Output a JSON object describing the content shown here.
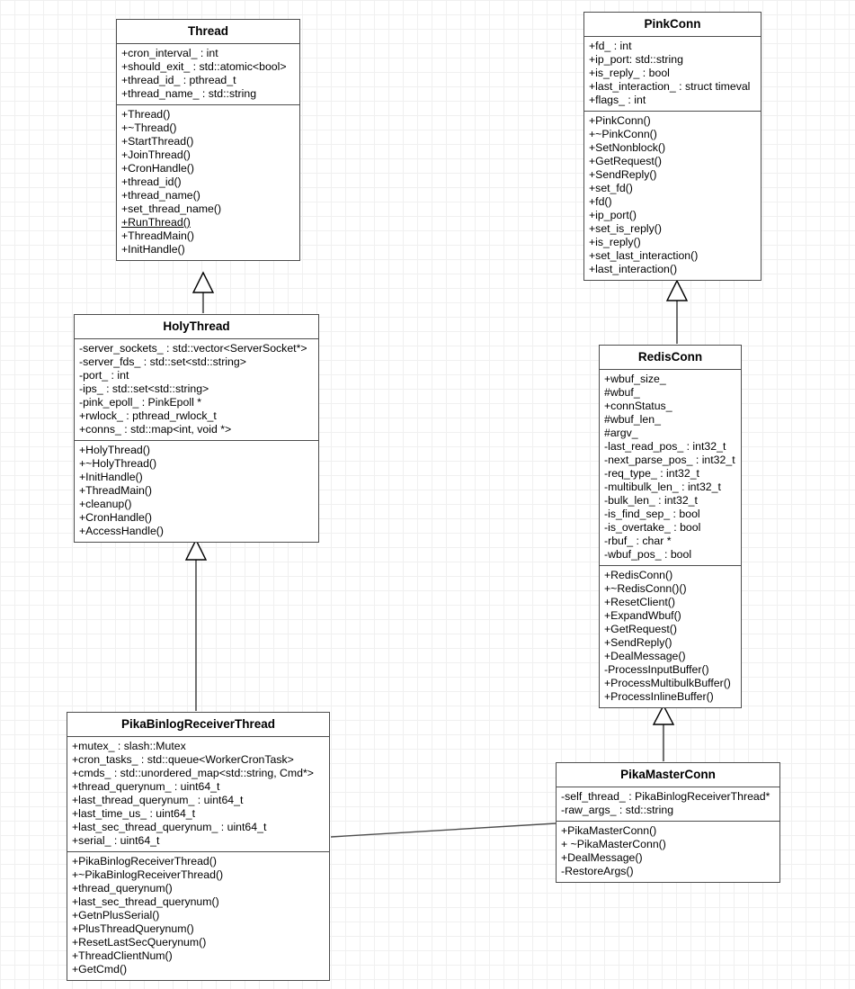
{
  "diagram": {
    "title": "UML class diagram",
    "type": "uml-class-diagram",
    "background": "#ffffff",
    "grid_color": "#f0f0f0",
    "border_color": "#4d4d4d"
  },
  "classes": {
    "thread": {
      "name": "Thread",
      "attributes": [
        "+cron_interval_ : int",
        "+should_exit_ : std::atomic<bool>",
        "+thread_id_ : pthread_t",
        "+thread_name_ : std::string"
      ],
      "methods": [
        "+Thread()",
        "+~Thread()",
        "+StartThread()",
        "+JoinThread()",
        "+CronHandle()",
        "+thread_id()",
        "+thread_name()",
        "+set_thread_name()",
        "+RunThread()",
        "+ThreadMain()",
        "+InitHandle()"
      ],
      "underlined_methods": [
        "+RunThread()"
      ]
    },
    "pinkconn": {
      "name": "PinkConn",
      "attributes": [
        "+fd_ : int",
        "+ip_port: std::string",
        "+is_reply_ : bool",
        "+last_interaction_ : struct timeval",
        "+flags_ : int"
      ],
      "methods": [
        "+PinkConn()",
        "+~PinkConn()",
        "+SetNonblock()",
        "+GetRequest()",
        "+SendReply()",
        "+set_fd()",
        "+fd()",
        "+ip_port()",
        "+set_is_reply()",
        "+is_reply()",
        "+set_last_interaction()",
        "+last_interaction()"
      ],
      "underlined_methods": []
    },
    "holythread": {
      "name": "HolyThread",
      "attributes": [
        "-server_sockets_ : std::vector<ServerSocket*>",
        "-server_fds_ : std::set<std::string>",
        "-port_ : int",
        "-ips_ : std::set<std::string>",
        "-pink_epoll_ : PinkEpoll *",
        "+rwlock_ : pthread_rwlock_t",
        "+conns_ : std::map<int, void *>"
      ],
      "methods": [
        "+HolyThread()",
        "+~HolyThread()",
        "+InitHandle()",
        "+ThreadMain()",
        "+cleanup()",
        "+CronHandle()",
        "+AccessHandle()"
      ],
      "underlined_methods": []
    },
    "redisconn": {
      "name": "RedisConn",
      "attributes": [
        "+wbuf_size_",
        "#wbuf_",
        "+connStatus_",
        "#wbuf_len_",
        "#argv_",
        "-last_read_pos_ : int32_t",
        "-next_parse_pos_ : int32_t",
        "-req_type_ : int32_t",
        "-multibulk_len_ : int32_t",
        "-bulk_len_ : int32_t",
        "-is_find_sep_ : bool",
        "-is_overtake_ : bool",
        "-rbuf_ : char *",
        "-wbuf_pos_ : bool"
      ],
      "methods": [
        "+RedisConn()",
        "+~RedisConn()()",
        "+ResetClient()",
        "+ExpandWbuf()",
        "+GetRequest()",
        "+SendReply()",
        "+DealMessage()",
        "-ProcessInputBuffer()",
        "+ProcessMultibulkBuffer()",
        "+ProcessInlineBuffer()"
      ],
      "underlined_methods": []
    },
    "pikabinlogreceiverthread": {
      "name": "PikaBinlogReceiverThread",
      "attributes": [
        "+mutex_ : slash::Mutex",
        "+cron_tasks_ : std::queue<WorkerCronTask>",
        "+cmds_ : std::unordered_map<std::string, Cmd*>",
        "+thread_querynum_ : uint64_t",
        "+last_thread_querynum_ : uint64_t",
        "+last_time_us_ : uint64_t",
        "+last_sec_thread_querynum_ : uint64_t",
        "+serial_ : uint64_t"
      ],
      "methods": [
        "+PikaBinlogReceiverThread()",
        "+~PikaBinlogReceiverThread()",
        "+thread_querynum()",
        "+last_sec_thread_querynum()",
        "+GetnPlusSerial()",
        "+PlusThreadQuerynum()",
        "+ResetLastSecQuerynum()",
        "+ThreadClientNum()",
        "+GetCmd()"
      ],
      "underlined_methods": []
    },
    "pikamasterconn": {
      "name": "PikaMasterConn",
      "attributes": [
        "-self_thread_ : PikaBinlogReceiverThread*",
        "-raw_args_ : std::string"
      ],
      "methods": [
        "+PikaMasterConn()",
        "+ ~PikaMasterConn()",
        "+DealMessage()",
        "-RestoreArgs()"
      ],
      "underlined_methods": []
    }
  },
  "relationships": [
    {
      "id": "rel-thread-holythread",
      "type": "generalization",
      "from": "HolyThread",
      "to": "Thread"
    },
    {
      "id": "rel-holythread-pikabinlog",
      "type": "generalization",
      "from": "PikaBinlogReceiverThread",
      "to": "HolyThread"
    },
    {
      "id": "rel-pinkconn-redisconn",
      "type": "generalization",
      "from": "RedisConn",
      "to": "PinkConn"
    },
    {
      "id": "rel-redisconn-pikamaster",
      "type": "generalization",
      "from": "PikaMasterConn",
      "to": "RedisConn"
    },
    {
      "id": "rel-pikabinlog-pikamaster",
      "type": "association",
      "from": "PikaBinlogReceiverThread",
      "to": "PikaMasterConn"
    }
  ]
}
